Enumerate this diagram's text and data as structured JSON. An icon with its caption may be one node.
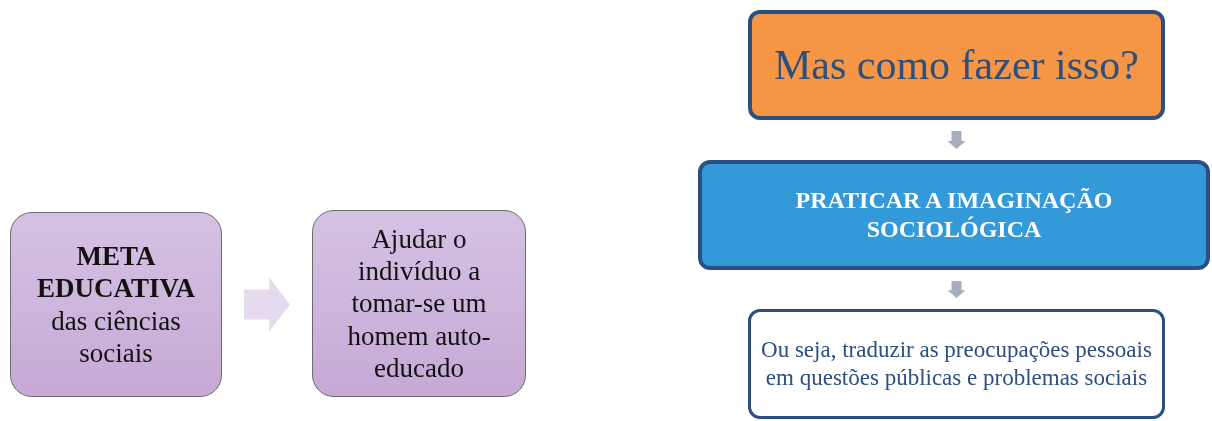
{
  "diagram": {
    "nodes": [
      {
        "text": [
          "META EDUCATIVA",
          "das ciências sociais"
        ]
      },
      {
        "text": [
          "Ajudar o indivíduo a tomar-se um homem auto-educado"
        ]
      },
      {
        "text": [
          "Mas como fazer isso?"
        ]
      },
      {
        "text": [
          "PRATICAR A IMAGINAÇÃO  SOCIOLÓGICA"
        ]
      },
      {
        "text": [
          "Ou seja, traduzir as preocupações pessoais em questões públicas e problemas sociais"
        ]
      }
    ],
    "edges": [
      {
        "from": 0,
        "to": 1,
        "arrow": "to",
        "color": "#e6dbee"
      },
      {
        "from": 2,
        "to": 3,
        "arrow": "to"
      },
      {
        "from": 3,
        "to": 4,
        "arrow": "to"
      }
    ]
  }
}
